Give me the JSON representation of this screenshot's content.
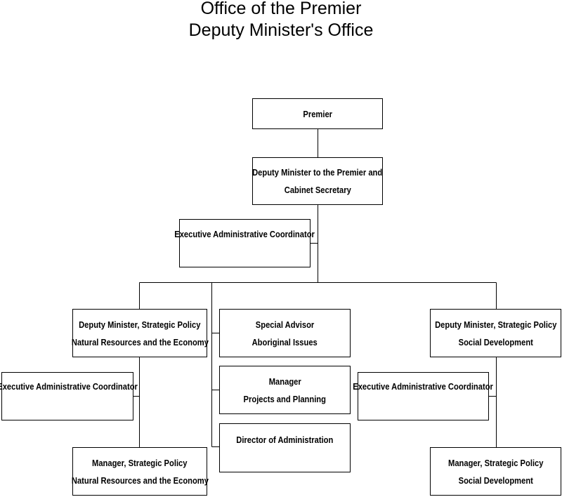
{
  "title": {
    "line1": "Office of the Premier",
    "line2": "Deputy Minister's Office"
  },
  "boxes": {
    "premier": [
      "Premier"
    ],
    "deputy_minister_premier": [
      "Deputy Minister to the Premier and",
      "Cabinet Secretary"
    ],
    "exec_admin_top": [
      "Executive Administrative Coordinator"
    ],
    "dm_strategic_nre": [
      "Deputy Minister, Strategic Policy",
      "Natural Resources and the Economy"
    ],
    "special_advisor": [
      "Special Advisor",
      "Aboriginal Issues"
    ],
    "manager_projects": [
      "Manager",
      "Projects and Planning"
    ],
    "director_admin": [
      "Director of Administration"
    ],
    "dm_strategic_social": [
      "Deputy Minister, Strategic Policy",
      "Social Development"
    ],
    "exec_admin_left": [
      "Executive Administrative Coordinator"
    ],
    "exec_admin_right": [
      "Executive Administrative Coordinator"
    ],
    "mgr_strategic_nre": [
      "Manager, Strategic Policy",
      "Natural Resources and the Economy"
    ],
    "mgr_strategic_social": [
      "Manager, Strategic Policy",
      "Social Development"
    ]
  }
}
